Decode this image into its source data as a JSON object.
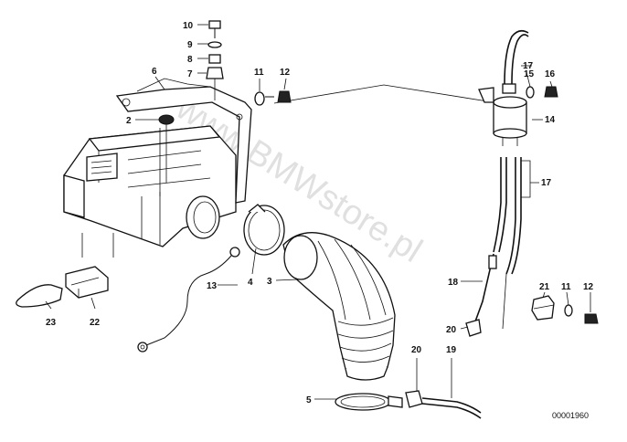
{
  "watermark": "www.BMWstore.pl",
  "diagram_code": "00001960",
  "callouts": {
    "p2": "2",
    "p3": "3",
    "p4": "4",
    "p5": "5",
    "p6": "6",
    "p7": "7",
    "p8": "8",
    "p9": "9",
    "p10": "10",
    "p11a": "11",
    "p11b": "11",
    "p12a": "12",
    "p12b": "12",
    "p13": "13",
    "p14": "14",
    "p15": "15",
    "p16": "16",
    "p17a": "17",
    "p17b": "17",
    "p18": "18",
    "p19": "19",
    "p20a": "20",
    "p20b": "20",
    "p21": "21",
    "p22": "22",
    "p23": "23"
  }
}
